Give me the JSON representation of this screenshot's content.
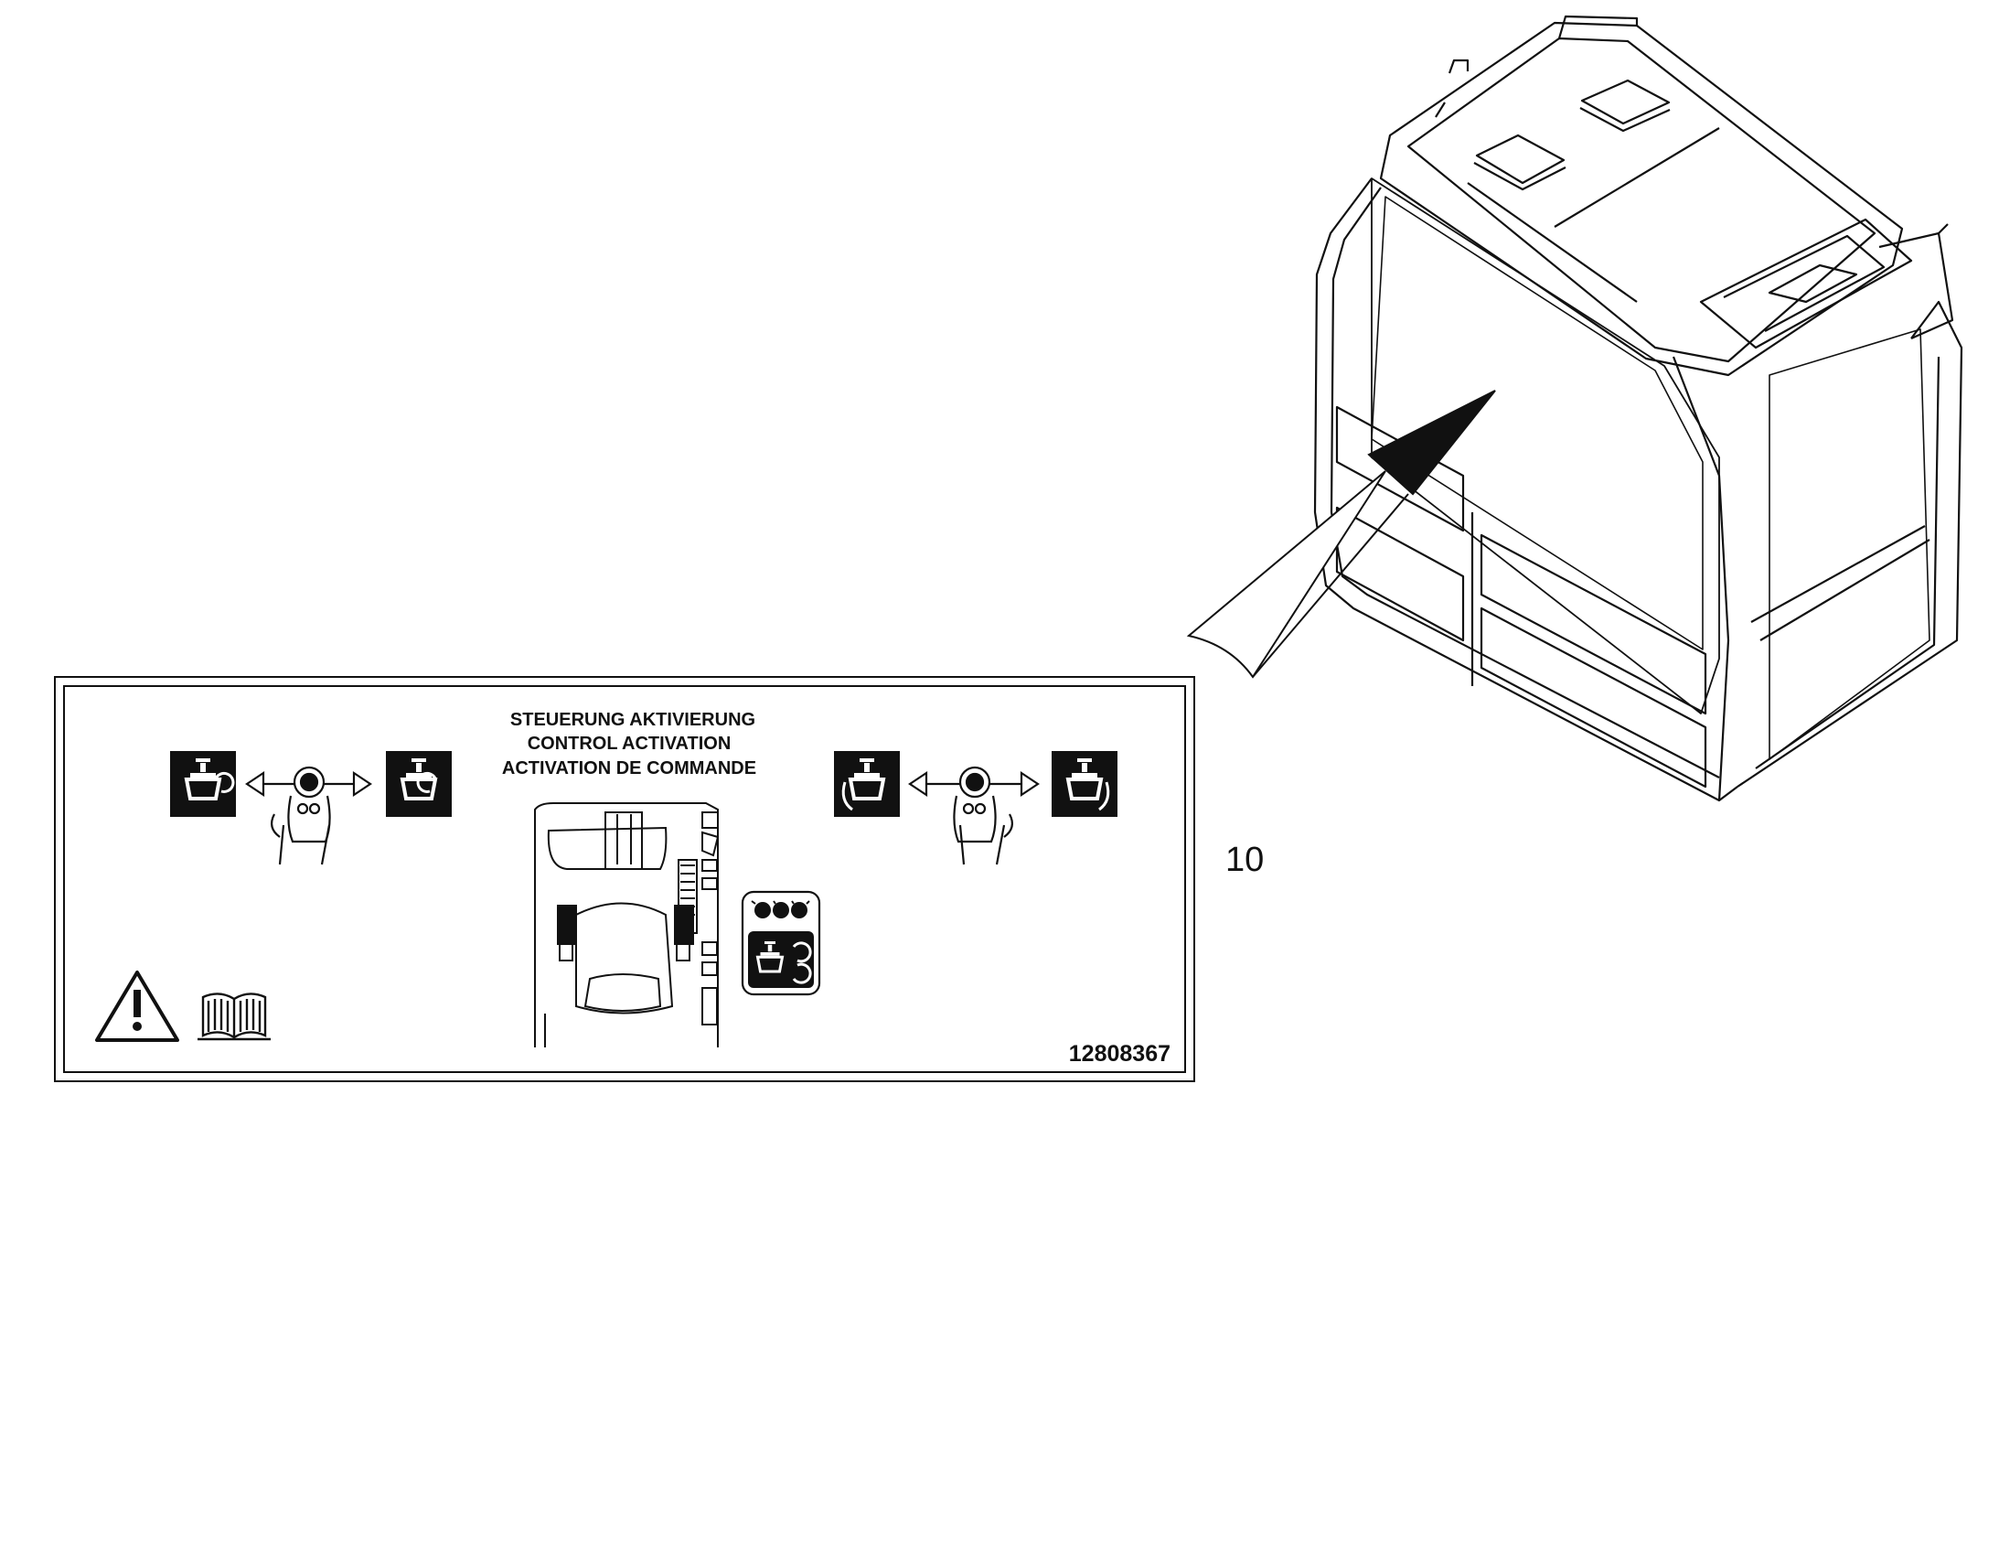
{
  "decal": {
    "title_lines": [
      "STEUERUNG AKTIVIERUNG",
      "CONTROL ACTIVATION",
      "ACTIVATION DE COMMANDE"
    ],
    "part_number": "12808367"
  },
  "callout": {
    "number": "10"
  },
  "icons": {
    "warning": "warning-triangle-icon",
    "manual": "operator-manual-book-icon",
    "left_a": "rotate-ccw-attachment-icon",
    "left_b": "rotate-cw-attachment-icon",
    "right_a": "tilt-left-attachment-icon",
    "right_b": "tilt-right-attachment-icon",
    "panel": "control-activation-switch-icon"
  },
  "colors": {
    "line": "#111111",
    "background": "#ffffff"
  }
}
